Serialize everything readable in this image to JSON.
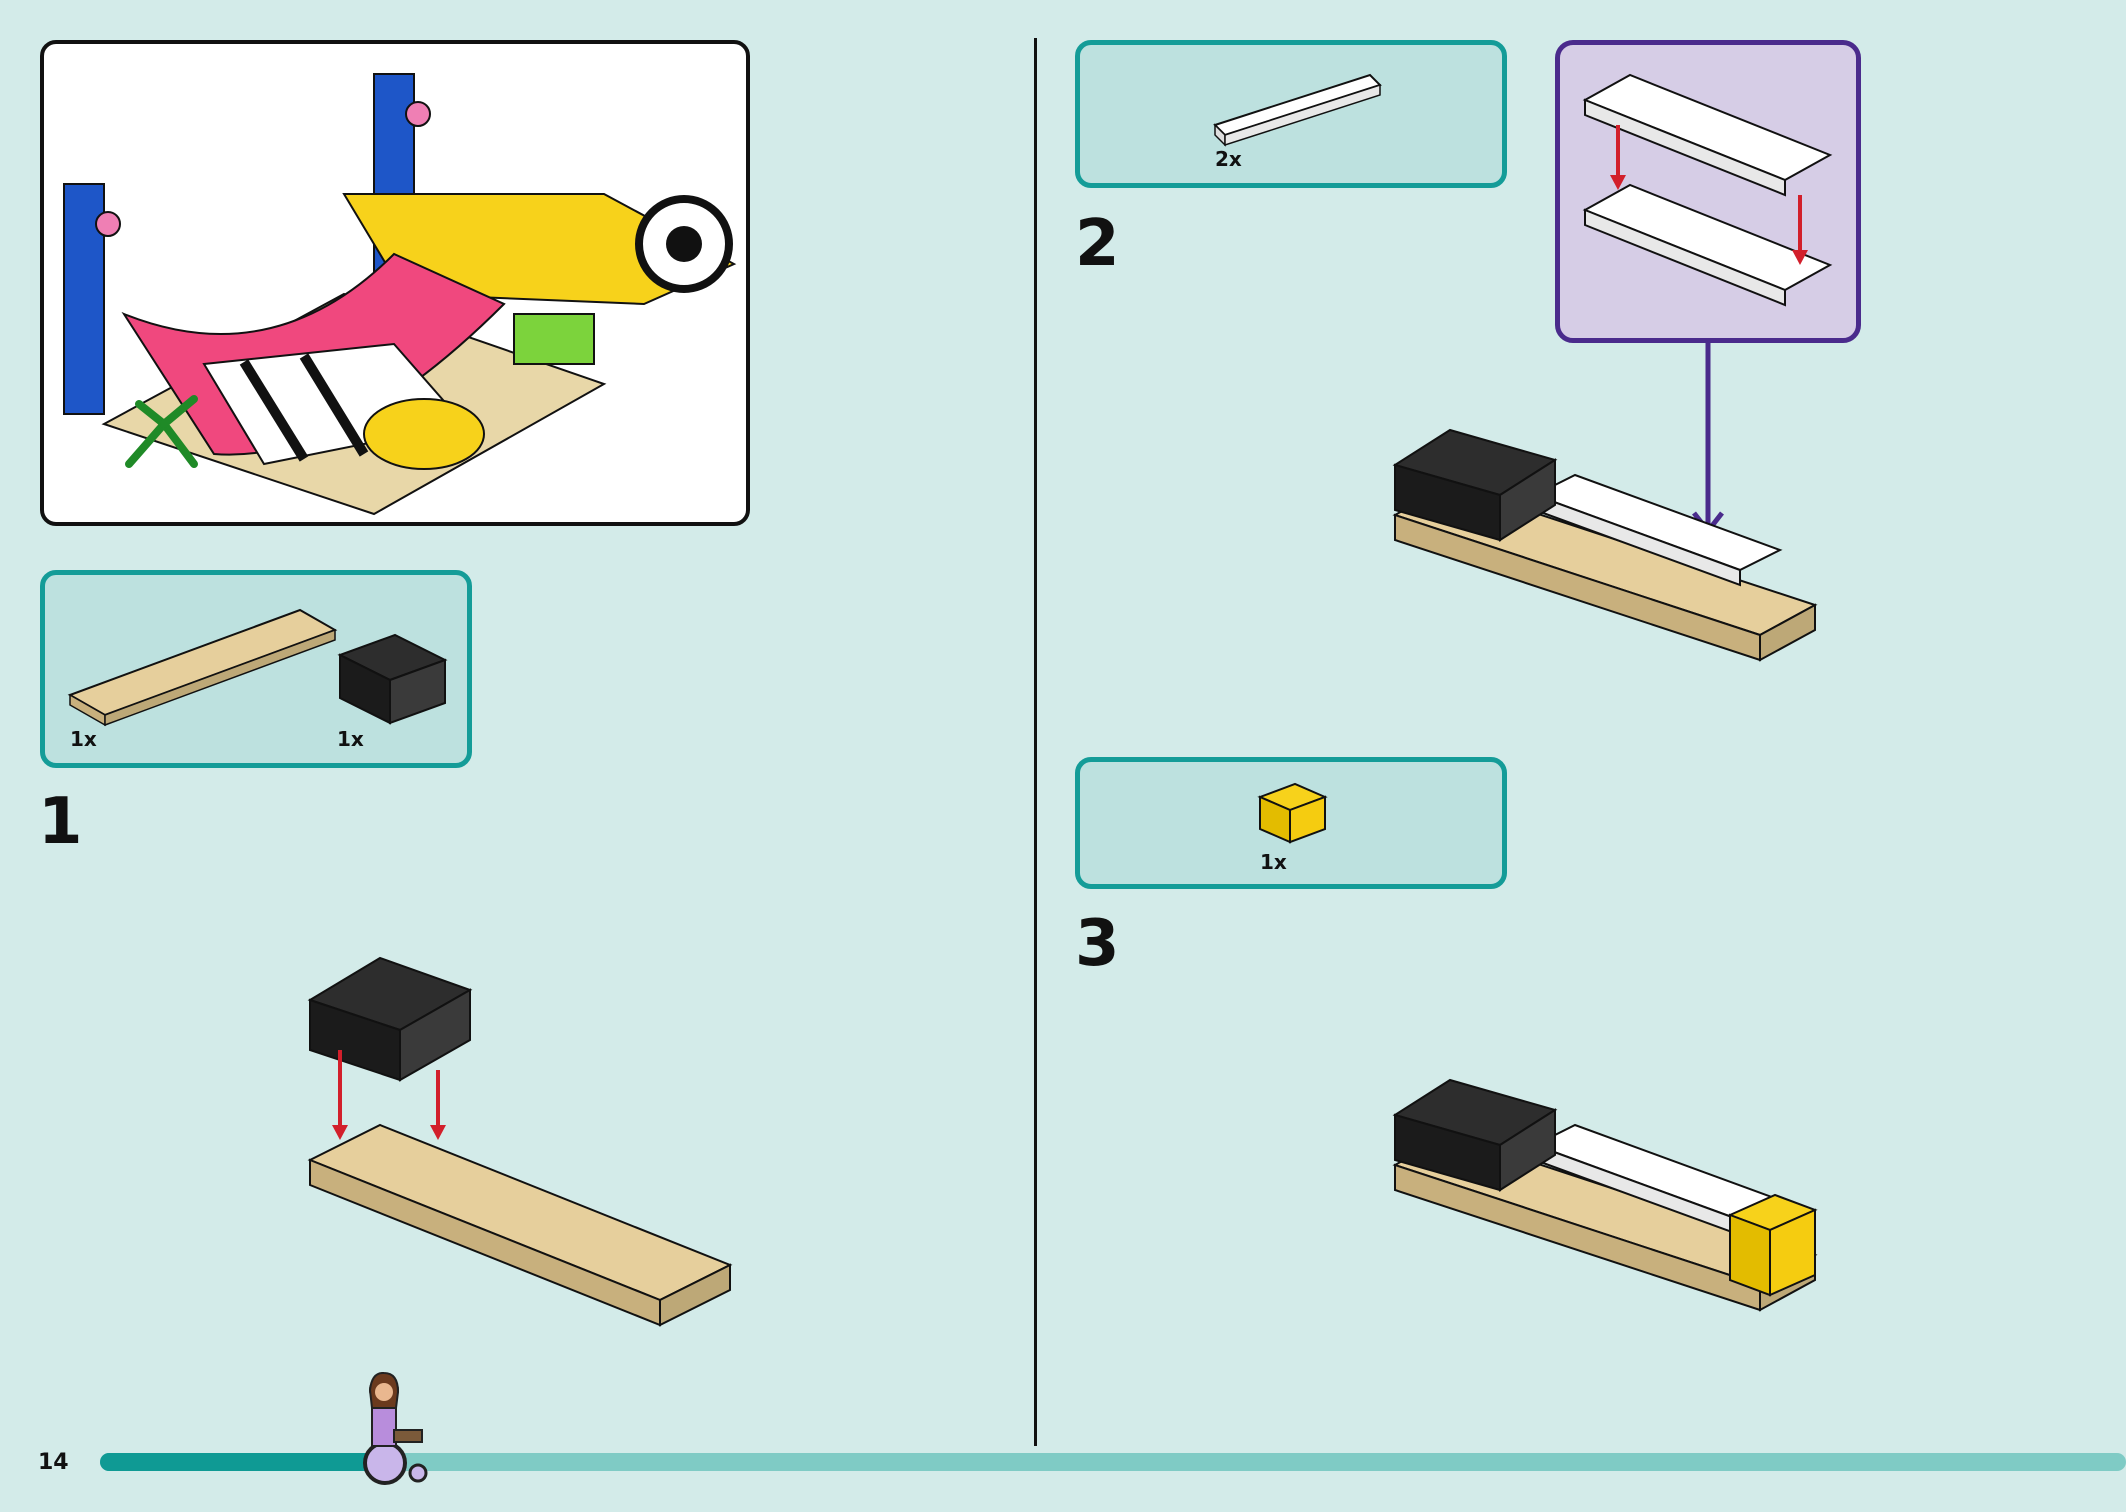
{
  "page": {
    "number": "14"
  },
  "progress": {
    "fraction": 0.135,
    "accent": "#0f9a94",
    "track": "#7fcbc5"
  },
  "colors": {
    "background": "#d3ebe9",
    "parts_box_border": "#149c98",
    "parts_box_fill": "#bde1df",
    "callout_border": "#4a2b8c",
    "callout_fill": "#d6cde6",
    "arrow_red": "#d21f2b"
  },
  "steps": [
    {
      "number": "1",
      "parts": [
        {
          "qty": "1x",
          "icon": "tan-plate-2x10"
        },
        {
          "qty": "1x",
          "icon": "black-brick-2x3"
        }
      ]
    },
    {
      "number": "2",
      "parts": [
        {
          "qty": "2x",
          "icon": "white-plate-1x6"
        }
      ]
    },
    {
      "number": "3",
      "parts": [
        {
          "qty": "1x",
          "icon": "yellow-brick-1x2-axle"
        }
      ]
    }
  ],
  "preview": {
    "icon": "skate-park-model"
  }
}
